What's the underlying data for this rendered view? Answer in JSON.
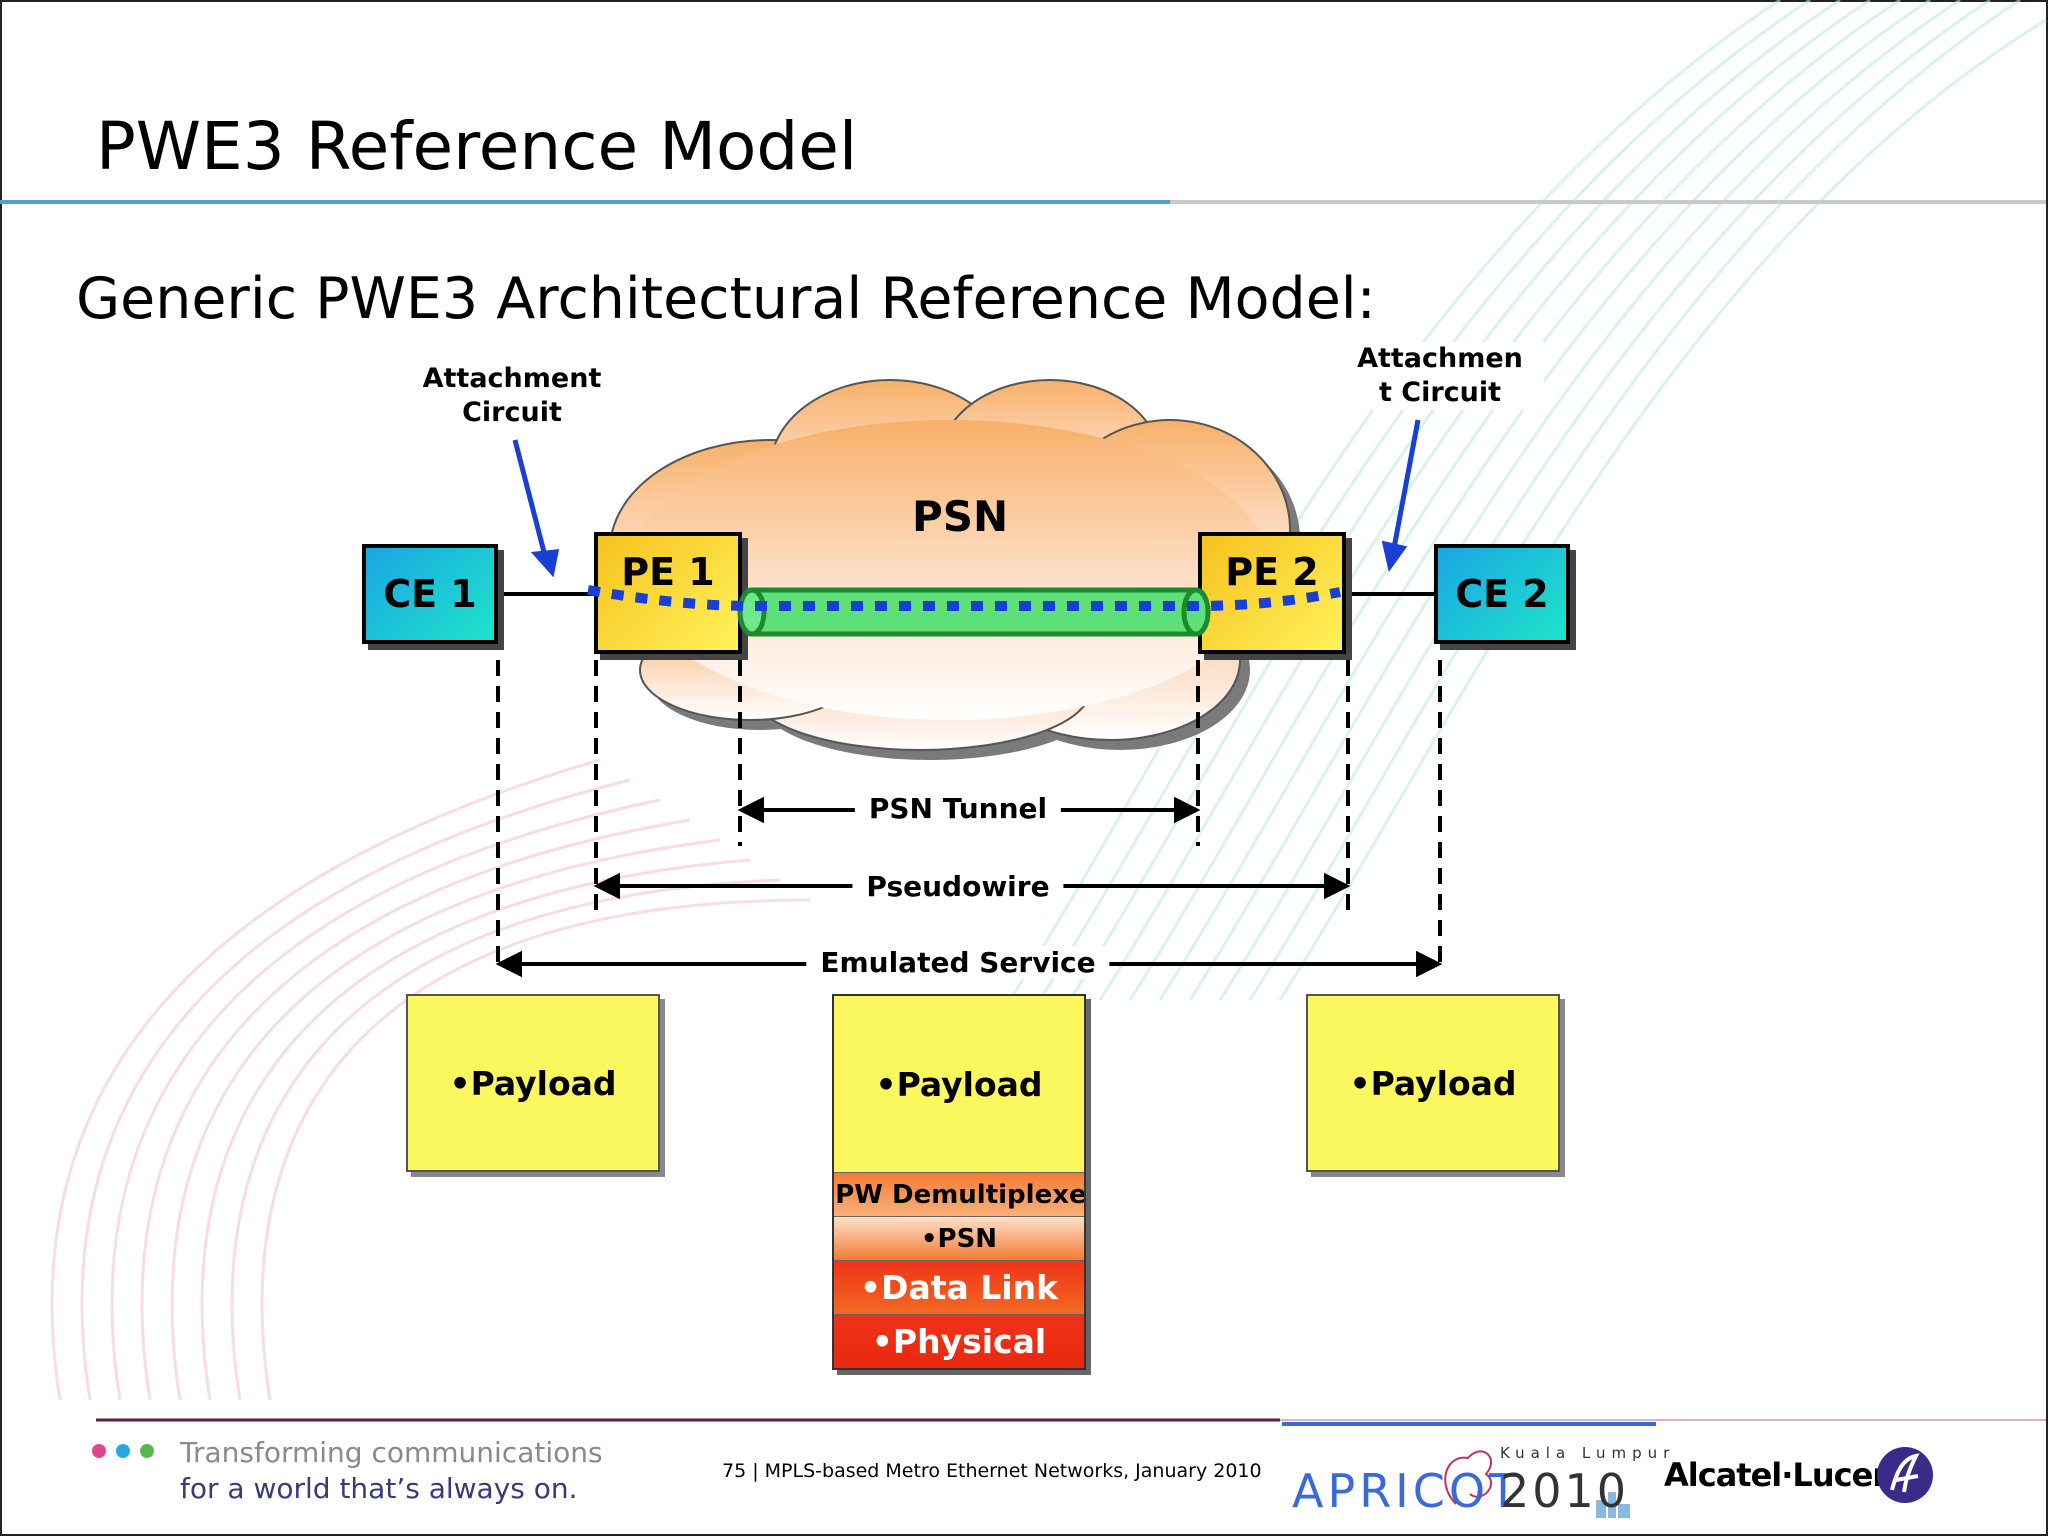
{
  "slide": {
    "title": "PWE3 Reference Model",
    "subtitle": "Generic PWE3 Architectural Reference Model:"
  },
  "diagram": {
    "cloud_label": "PSN",
    "nodes": {
      "ce1": "CE 1",
      "pe1": "PE 1",
      "pe2": "PE 2",
      "ce2": "CE 2"
    },
    "callouts": {
      "left": [
        "Attachment",
        "Circuit"
      ],
      "right": [
        "Attachmen",
        "t Circuit"
      ]
    },
    "spans": {
      "tunnel": "PSN Tunnel",
      "pseudowire": "Pseudowire",
      "emulated_service": "Emulated Service"
    },
    "stacks": {
      "left": "•Payload",
      "right": "•Payload",
      "center": [
        "•Payload",
        "•PW Demultiplexer",
        "•PSN",
        "•Data Link",
        "•Physical"
      ]
    },
    "colors": {
      "ce": "#1fe3c8",
      "pe": "#fff25a",
      "tunnel": "#5de07a",
      "dotted_path": "#1a3fd4",
      "callout_arrow": "#1a3fd4",
      "payload": "#fbf75f"
    }
  },
  "footer": {
    "tagline_line1": "Transforming communications",
    "tagline_line2": "for a world that’s always on.",
    "page_info": "75 | MPLS-based Metro Ethernet Networks, January 2010",
    "event_name": "APRICOT",
    "event_year": "2010",
    "event_city": "Kuala Lumpur",
    "brand": "Alcatel·Lucent",
    "dot_colors": [
      "#e0468a",
      "#2aa7e0",
      "#5ab84c"
    ]
  }
}
